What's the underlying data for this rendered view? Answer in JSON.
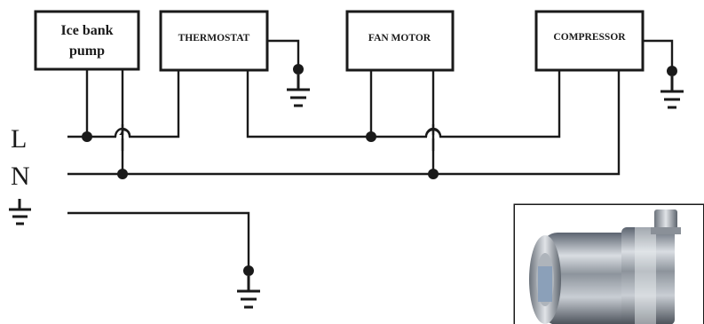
{
  "boxes": {
    "ice_bank_pump": {
      "line1": "Ice bank",
      "line2": "pump"
    },
    "thermostat": {
      "label": "THERMOSTAT"
    },
    "fan_motor": {
      "label": "FAN MOTOR"
    },
    "compressor": {
      "label": "COMPRESSOR"
    }
  },
  "lines": {
    "live": "L",
    "neutral": "N"
  },
  "icons": {
    "ground": "ground-symbol-icon",
    "photo": "pump-photo"
  },
  "colors": {
    "ink": "#1a1a1a",
    "background": "#ffffff"
  }
}
